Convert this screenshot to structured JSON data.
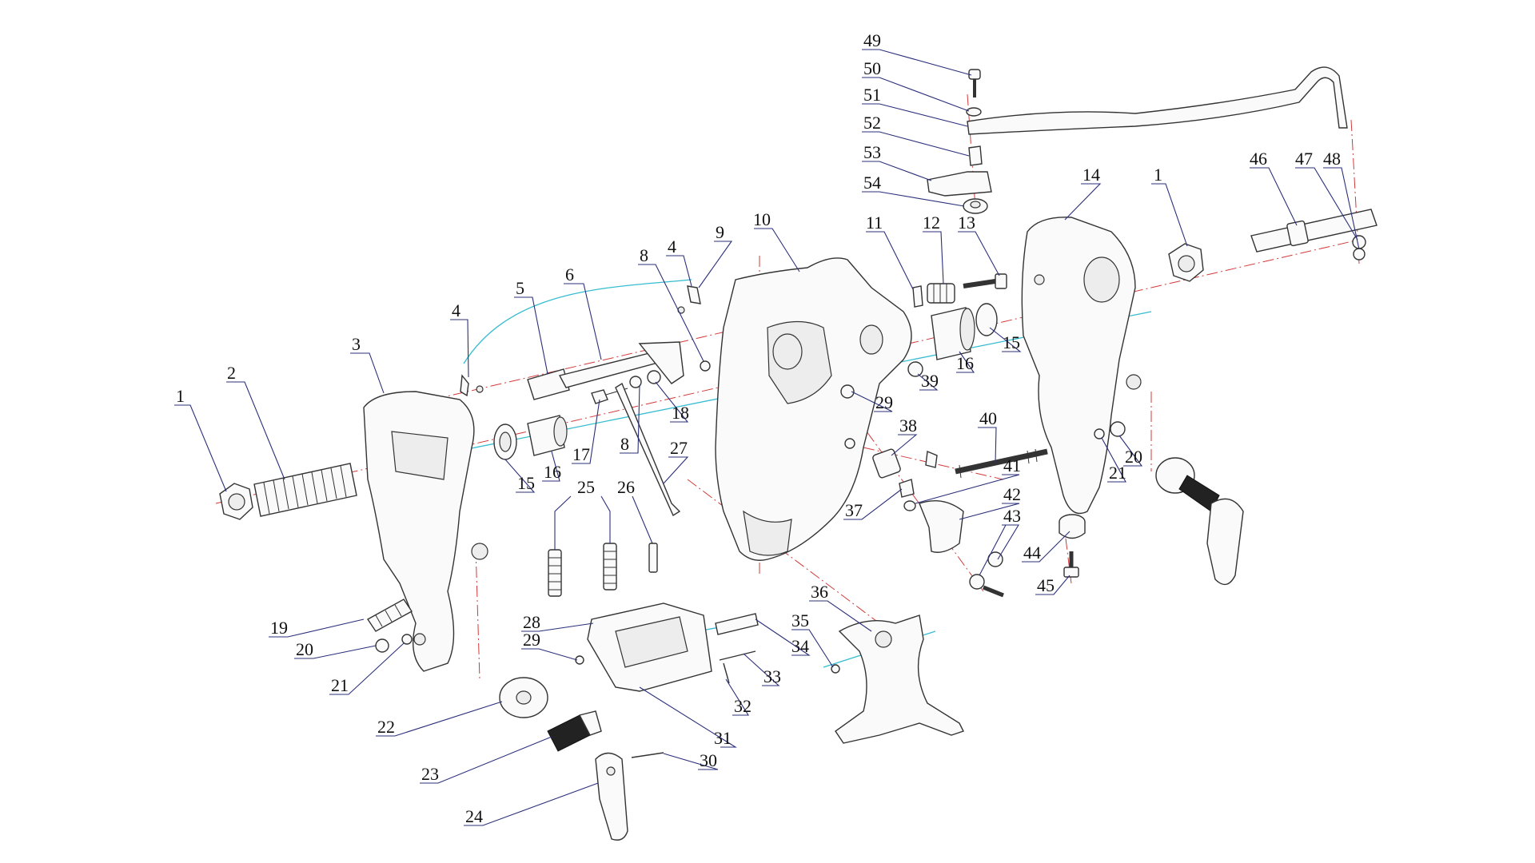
{
  "callouts": [
    {
      "id": "1",
      "label": "1"
    },
    {
      "id": "2",
      "label": "2"
    },
    {
      "id": "3",
      "label": "3"
    },
    {
      "id": "4",
      "label": "4"
    },
    {
      "id": "5",
      "label": "5"
    },
    {
      "id": "6",
      "label": "6"
    },
    {
      "id": "8",
      "label": "8"
    },
    {
      "id": "9",
      "label": "9"
    },
    {
      "id": "10",
      "label": "10"
    },
    {
      "id": "11",
      "label": "11"
    },
    {
      "id": "12",
      "label": "12"
    },
    {
      "id": "13",
      "label": "13"
    },
    {
      "id": "14",
      "label": "14"
    },
    {
      "id": "15",
      "label": "15"
    },
    {
      "id": "16",
      "label": "16"
    },
    {
      "id": "17",
      "label": "17"
    },
    {
      "id": "18",
      "label": "18"
    },
    {
      "id": "19",
      "label": "19"
    },
    {
      "id": "20",
      "label": "20"
    },
    {
      "id": "21",
      "label": "21"
    },
    {
      "id": "22",
      "label": "22"
    },
    {
      "id": "23",
      "label": "23"
    },
    {
      "id": "24",
      "label": "24"
    },
    {
      "id": "25",
      "label": "25"
    },
    {
      "id": "26",
      "label": "26"
    },
    {
      "id": "27",
      "label": "27"
    },
    {
      "id": "28",
      "label": "28"
    },
    {
      "id": "29",
      "label": "29"
    },
    {
      "id": "30",
      "label": "30"
    },
    {
      "id": "31",
      "label": "31"
    },
    {
      "id": "32",
      "label": "32"
    },
    {
      "id": "33",
      "label": "33"
    },
    {
      "id": "34",
      "label": "34"
    },
    {
      "id": "35",
      "label": "35"
    },
    {
      "id": "36",
      "label": "36"
    },
    {
      "id": "37",
      "label": "37"
    },
    {
      "id": "38",
      "label": "38"
    },
    {
      "id": "39",
      "label": "39"
    },
    {
      "id": "40",
      "label": "40"
    },
    {
      "id": "41",
      "label": "41"
    },
    {
      "id": "42",
      "label": "42"
    },
    {
      "id": "43",
      "label": "43"
    },
    {
      "id": "44",
      "label": "44"
    },
    {
      "id": "45",
      "label": "45"
    },
    {
      "id": "46",
      "label": "46"
    },
    {
      "id": "47",
      "label": "47"
    },
    {
      "id": "48",
      "label": "48"
    },
    {
      "id": "49",
      "label": "49"
    },
    {
      "id": "50",
      "label": "50"
    },
    {
      "id": "51",
      "label": "51"
    },
    {
      "id": "52",
      "label": "52"
    },
    {
      "id": "53",
      "label": "53"
    },
    {
      "id": "54",
      "label": "54"
    }
  ]
}
